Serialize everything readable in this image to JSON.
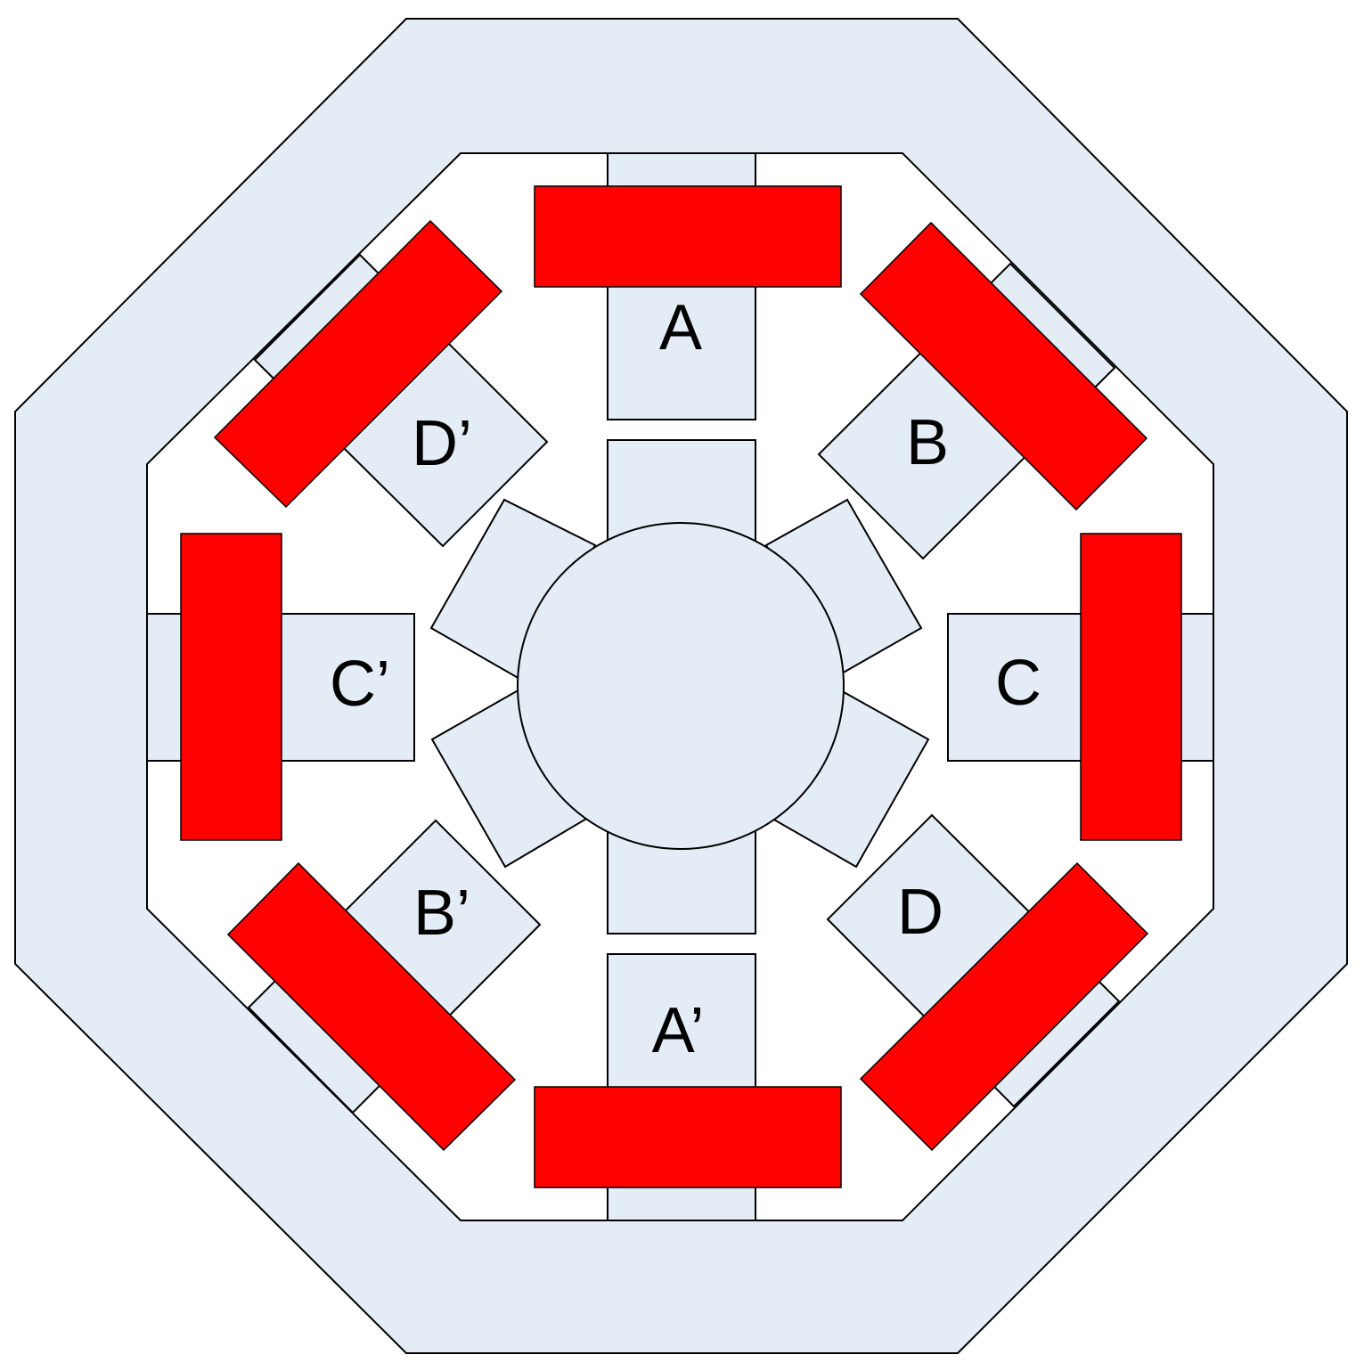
{
  "colors": {
    "iron": "#E4ECF6",
    "coil": "#FF0000",
    "outline": "#000000",
    "background": "#FFFFFF"
  },
  "poles": [
    {
      "label": "A"
    },
    {
      "label": "B"
    },
    {
      "label": "C"
    },
    {
      "label": "D"
    },
    {
      "label": "A’"
    },
    {
      "label": "B’"
    },
    {
      "label": "C’"
    },
    {
      "label": "D’"
    }
  ]
}
